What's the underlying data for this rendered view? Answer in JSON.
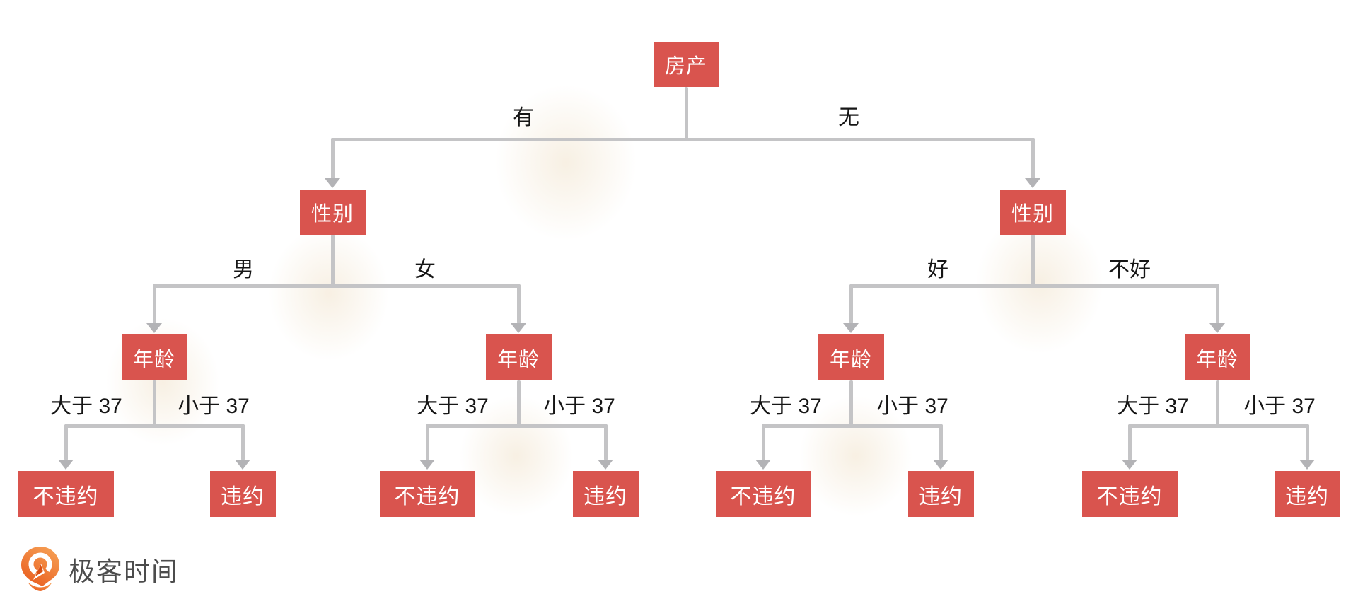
{
  "diagram_title": "decision-tree",
  "tree": {
    "root": "房产",
    "branches": [
      {
        "edge_label": "有",
        "node": "性别",
        "children": [
          {
            "edge_label": "男",
            "node": "年龄",
            "children": [
              {
                "edge_label": "大于 37",
                "node": "不违约"
              },
              {
                "edge_label": "小于 37",
                "node": "违约"
              }
            ]
          },
          {
            "edge_label": "女",
            "node": "年龄",
            "children": [
              {
                "edge_label": "大于 37",
                "node": "不违约"
              },
              {
                "edge_label": "小于 37",
                "node": "违约"
              }
            ]
          }
        ]
      },
      {
        "edge_label": "无",
        "node": "性别",
        "children": [
          {
            "edge_label": "好",
            "node": "年龄",
            "children": [
              {
                "edge_label": "大于 37",
                "node": "不违约"
              },
              {
                "edge_label": "小于 37",
                "node": "违约"
              }
            ]
          },
          {
            "edge_label": "不好",
            "node": "年龄",
            "children": [
              {
                "edge_label": "大于 37",
                "node": "不违约"
              },
              {
                "edge_label": "小于 37",
                "node": "违约"
              }
            ]
          }
        ]
      }
    ]
  },
  "logo": {
    "brand": "极客时间"
  },
  "colors": {
    "node_bg": "#d9544e",
    "node_text": "#ffffff",
    "line": "#c4c4c6",
    "arrowhead": "#b3b3b6",
    "edge_label_text": "#161616",
    "logo_orange": "#ed7524",
    "logo_text": "#4c4c4c"
  }
}
